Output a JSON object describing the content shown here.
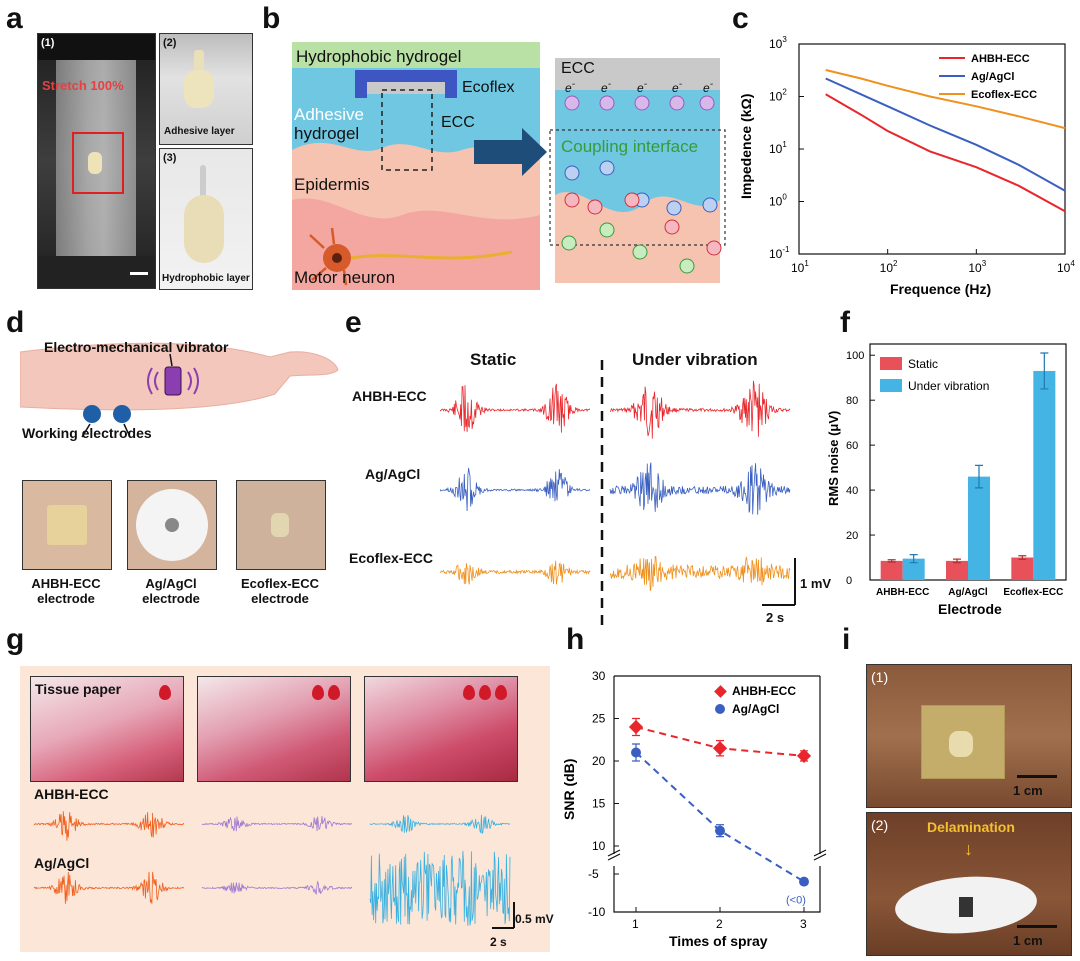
{
  "panels": {
    "a": "a",
    "b": "b",
    "c": "c",
    "d": "d",
    "e": "e",
    "f": "f",
    "g": "g",
    "h": "h",
    "i": "i"
  },
  "panel_a": {
    "sub1": "(1)",
    "sub2": "(2)",
    "sub3": "(3)",
    "stretch": "Stretch 100%",
    "adhesive": "Adhesive  layer",
    "hydrophobic": "Hydrophobic  layer"
  },
  "panel_b": {
    "hydrophobic_hydrogel": "Hydrophobic hydrogel",
    "ecoflex": "Ecoflex",
    "adhesive_hydrogel_1": "Adhesive",
    "adhesive_hydrogel_2": "hydrogel",
    "ecc_left": "ECC",
    "epidermis": "Epidermis",
    "motor_neuron": "Motor neuron",
    "ecc_right": "ECC",
    "electron": "e",
    "coupling": "Coupling interface"
  },
  "panel_d": {
    "vibrator": "Electro-mechanical vibrator",
    "working": "Working electrodes",
    "cap1a": "AHBH-ECC",
    "cap1b": "electrode",
    "cap2a": "Ag/AgCl",
    "cap2b": "electrode",
    "cap3a": "Ecoflex-ECC",
    "cap3b": "electrode"
  },
  "panel_e": {
    "static": "Static",
    "vibration": "Under vibration",
    "row1": "AHBH-ECC",
    "row2": "Ag/AgCl",
    "row3": "Ecoflex-ECC",
    "scale_v": "1 mV",
    "scale_t": "2 s"
  },
  "panel_g": {
    "tissue": "Tissue paper",
    "row1": "AHBH-ECC",
    "row2": "Ag/AgCl",
    "scale_v": "0.5 mV",
    "scale_t": "2 s"
  },
  "panel_i": {
    "sub1": "(1)",
    "sub2": "(2)",
    "scale1": "1 cm",
    "scale2": "1 cm",
    "delamination": "Delamination"
  },
  "colors": {
    "ahbh": "#e8262b",
    "agcl": "#3a5fc0",
    "ecoflex": "#f0901e",
    "purple": "#a07ad0",
    "cyan": "#3ab0e0"
  },
  "chart_data": [
    {
      "id": "c",
      "type": "line",
      "xlabel": "Frequence (Hz)",
      "ylabel": "Impedence (kΩ)",
      "xscale": "log",
      "yscale": "log",
      "xlim": [
        10,
        10000
      ],
      "ylim": [
        0.1,
        1000
      ],
      "xticks": [
        "10",
        "10",
        "10",
        "10"
      ],
      "xtick_exp": [
        "1",
        "2",
        "3",
        "4"
      ],
      "yticks": [
        "10",
        "10",
        "10",
        "10",
        "10"
      ],
      "ytick_exp": [
        "-1",
        "0",
        "1",
        "2",
        "3"
      ],
      "legend_position": "top-right",
      "series": [
        {
          "name": "AHBH-ECC",
          "color": "#e8262b",
          "x": [
            20,
            50,
            100,
            300,
            1000,
            3000,
            10000
          ],
          "y": [
            110,
            45,
            22,
            9,
            4.5,
            2.0,
            0.65
          ]
        },
        {
          "name": "Ag/AgCl",
          "color": "#3a5fc0",
          "x": [
            20,
            50,
            100,
            300,
            1000,
            3000,
            10000
          ],
          "y": [
            220,
            110,
            65,
            28,
            12,
            5.0,
            1.6
          ]
        },
        {
          "name": "Ecoflex-ECC",
          "color": "#f0901e",
          "x": [
            20,
            50,
            100,
            300,
            1000,
            3000,
            10000
          ],
          "y": [
            320,
            220,
            160,
            100,
            65,
            42,
            25
          ]
        }
      ]
    },
    {
      "id": "f",
      "type": "bar",
      "xlabel": "Electrode",
      "ylabel": "RMS noise (μV)",
      "ylim": [
        0,
        105
      ],
      "yticks": [
        0,
        20,
        40,
        60,
        80,
        100
      ],
      "categories": [
        "AHBH-ECC",
        "Ag/AgCl",
        "Ecoflex-ECC"
      ],
      "legend_position": "top-left",
      "series": [
        {
          "name": "Static",
          "color": "#e8505a",
          "values": [
            8.5,
            8.5,
            10
          ],
          "errors": [
            0.5,
            0.8,
            0.8
          ]
        },
        {
          "name": "Under vibration",
          "color": "#44b4e4",
          "values": [
            9.5,
            46,
            93
          ],
          "errors": [
            1.8,
            5,
            8
          ]
        }
      ]
    },
    {
      "id": "h",
      "type": "line",
      "xlabel": "Times of spray",
      "ylabel": "SNR (dB)",
      "xticks": [
        1,
        2,
        3
      ],
      "yticks_upper": [
        10,
        15,
        20,
        25,
        30
      ],
      "yticks_lower": [
        -5,
        -10
      ],
      "annotation": "(<0)",
      "legend_position": "top-right",
      "series": [
        {
          "name": "AHBH-ECC",
          "color": "#e8262b",
          "x": [
            1,
            2,
            3
          ],
          "y": [
            24,
            21.5,
            20.6
          ],
          "errors": [
            1.0,
            0.9,
            0.6
          ]
        },
        {
          "name": "Ag/AgCl",
          "color": "#3a5fc0",
          "x": [
            1,
            2,
            3
          ],
          "y": [
            21,
            11.8,
            -6
          ],
          "errors": [
            1.0,
            0.7,
            0.3
          ]
        }
      ]
    }
  ]
}
